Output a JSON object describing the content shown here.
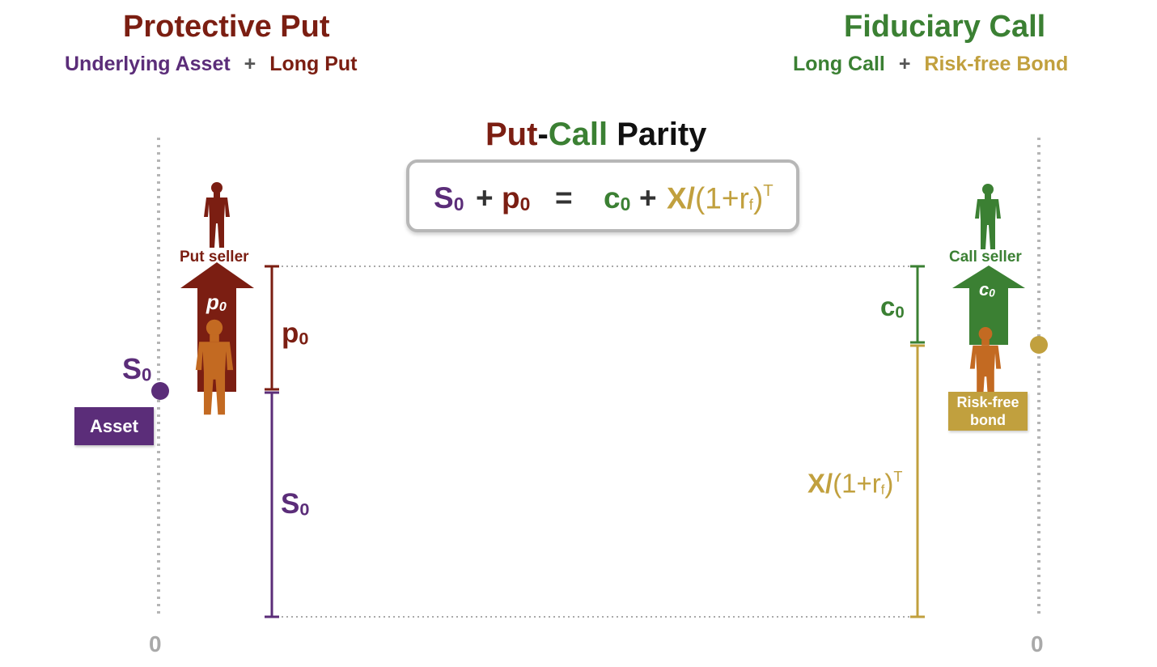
{
  "colors": {
    "put": "#7b1e12",
    "call": "#3b8033",
    "asset": "#5b2d79",
    "bond": "#c1a03e",
    "person_orange": "#c36a22",
    "axis": "#b5b5b5",
    "black": "#111111"
  },
  "protective_put": {
    "title": "Protective Put",
    "underlying": "Underlying Asset",
    "plus": "+",
    "long_put": "Long Put"
  },
  "fiduciary_call": {
    "title": "Fiduciary Call",
    "long_call": "Long Call",
    "plus": "+",
    "bond": "Risk-free Bond"
  },
  "parity_title": {
    "put": "Put",
    "dash": "-",
    "call": "Call",
    "parity": " Parity"
  },
  "equation": {
    "s": "S",
    "s_sub": "0",
    "plus1": "+",
    "p": "p",
    "p_sub": "0",
    "equals": "=",
    "c": "c",
    "c_sub": "0",
    "plus2": "+",
    "x": "X/",
    "paren": "(1+r",
    "rf_sub": "f",
    "close": ")",
    "sup": "T"
  },
  "labels": {
    "put_seller": "Put seller",
    "call_seller": "Call seller",
    "asset": "Asset",
    "bond_line1": "Risk-free",
    "bond_line2": "bond",
    "p0_arrow": "p",
    "p0_arrow_sub": "0",
    "c0_arrow": "c",
    "c0_arrow_sub": "0",
    "s0_dot": "S",
    "s0_dot_sub": "0",
    "p0_bracket": "p",
    "p0_bracket_sub": "0",
    "s0_bracket": "S",
    "s0_bracket_sub": "0",
    "c0_bracket": "c",
    "c0_bracket_sub": "0",
    "pv_x": "X/",
    "pv_paren": "(1+r",
    "pv_sub": "f",
    "pv_close": ")",
    "pv_sup": "T",
    "zero_left": "0",
    "zero_right": "0"
  }
}
